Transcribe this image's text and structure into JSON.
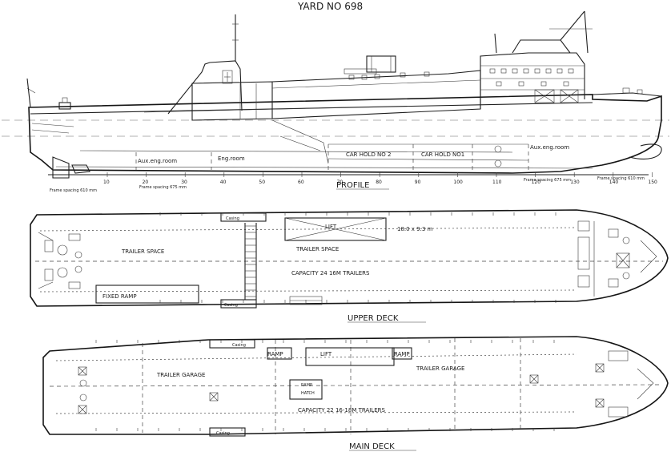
{
  "title": "YARD NO 698",
  "profile": {
    "heading": "PROFILE",
    "labels": {
      "aux_eng_aft": "Aux.eng.room",
      "eng_room": "Eng.room",
      "car_hold_2": "CAR HOLD NO 2",
      "car_hold_1": "CAR HOLD NO1",
      "aux_eng_fwd": "Aux.eng.room",
      "frame_610_aft": "Frame spacing 610 mm",
      "frame_675_aft": "Frame spacing 675 mm",
      "frame_675_fwd": "Frame spacing 675 mm",
      "frame_610_fwd": "Frame spacing 610 mm"
    },
    "frame_numbers": [
      "10",
      "20",
      "30",
      "40",
      "50",
      "60",
      "70",
      "80",
      "90",
      "100",
      "110",
      "120",
      "130",
      "140",
      "150"
    ]
  },
  "upper_deck": {
    "heading": "UPPER DECK",
    "labels": {
      "casing_top": "Casing",
      "casing_bottom": "Casing",
      "lift": "LIFT",
      "lift_size": "18.0 x 9.3 m",
      "trailer_space_aft": "TRAILER SPACE",
      "trailer_space_mid": "TRAILER SPACE",
      "capacity": "CAPACITY 24  16M TRAILERS",
      "fixed_ramp": "FIXED RAMP"
    }
  },
  "main_deck": {
    "heading": "MAIN DECK",
    "labels": {
      "casing_top": "Casing",
      "casing_bottom": "Casing",
      "ramp_aft": "RAMP",
      "lift": "LIFT",
      "ramp_fwd": "RAMP",
      "trailer_garage_aft": "TRAILER GARAGE",
      "trailer_garage_fwd": "TRAILER GARAGE",
      "ramp_hatch_1": "RAMP",
      "ramp_hatch_2": "HATCH",
      "capacity": "CAPACITY 22  16-18M TRAILERS"
    }
  }
}
